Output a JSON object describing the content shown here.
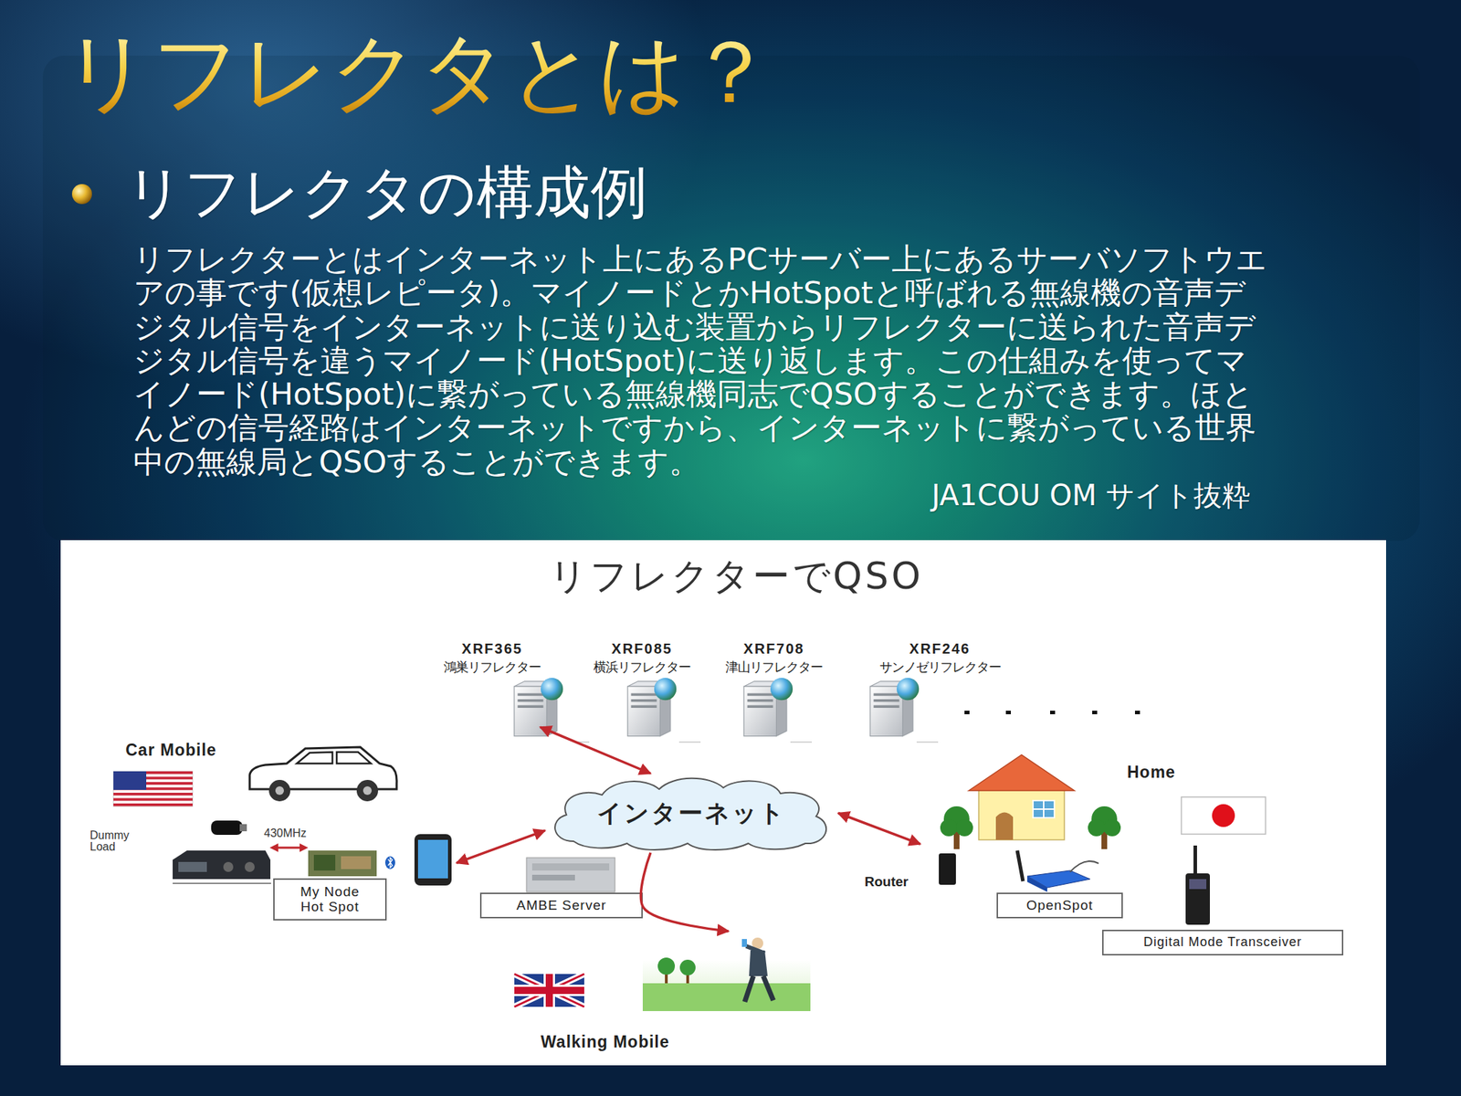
{
  "diagram": {
    "title": "リフレクタとは？",
    "nodes": [
      {
        "text": [
          "XRF365",
          "鴻巣リフレクター"
        ]
      },
      {
        "text": [
          "XRF085",
          "横浜リフレクター"
        ]
      },
      {
        "text": [
          "XRF708",
          "津山リフレクター"
        ]
      },
      {
        "text": [
          "XRF246",
          "サンノゼリフレクター"
        ]
      },
      {
        "text": [
          "Car Mobile"
        ]
      },
      {
        "text": [
          "My Node Hot Spot"
        ],
        "in": 4
      },
      {
        "text": [
          "インターネット"
        ]
      },
      {
        "text": [
          "Home"
        ]
      },
      {
        "text": [
          "OpenSpot"
        ],
        "in": 7
      },
      {
        "text": [
          "Digital Mode Transceiver"
        ],
        "in": 7
      },
      {
        "text": [
          "AMBE Server"
        ]
      },
      {
        "text": [
          "Walking Mobile"
        ]
      }
    ],
    "edges": [
      {
        "from": 0,
        "to": 6,
        "arrow": "both"
      },
      {
        "from": 4,
        "to": 6,
        "arrow": "both"
      },
      {
        "from": 6,
        "to": 7,
        "arrow": "both"
      },
      {
        "from": 6,
        "to": 11,
        "arrow": "to"
      }
    ],
    "labels": [
      "リフレクタの構成例",
      "リフレクターとはインターネット上にあるPCサーバー上にあるサーバソフトウエアの事です(仮想レピータ)。マイノードとかHotSpotと呼ばれる無線機の音声デジタル信号をインターネットに送り込む装置からリフレクターに送られた音声デジタル信号を違うマイノード(HotSpot)に送り返します。この仕組みを使ってマイノード(HotSpot)に繋がっている無線機同志でQSOすることができます。ほとんどの信号経路はインターネットですから、インターネットに繋がっている世界中の無線局とQSOすることができます。",
      "JA1COU OM サイト抜粋",
      "リフレクターでQSO",
      "Dummy Load",
      "430MHz",
      "Router"
    ]
  }
}
